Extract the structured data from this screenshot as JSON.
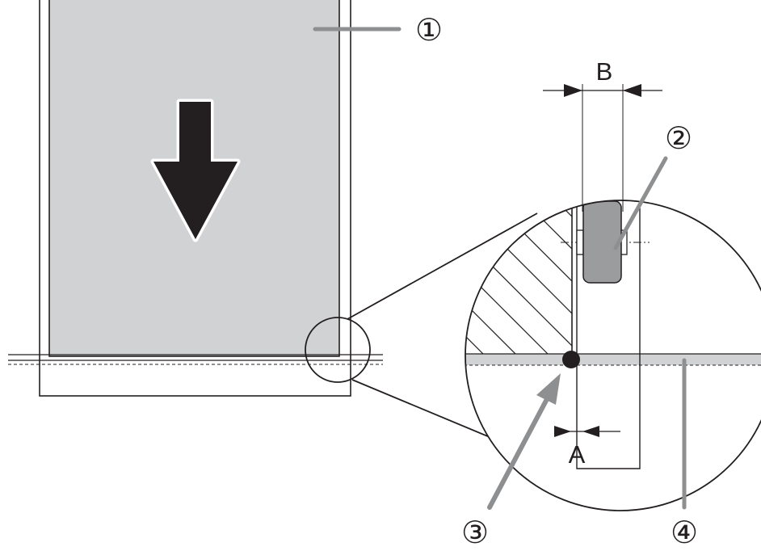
{
  "callouts": {
    "c1": "①",
    "c2": "②",
    "c3": "③",
    "c4": "④"
  },
  "dimensions": {
    "a": "A",
    "b": "B"
  },
  "colors": {
    "ink": "#231f20",
    "sheet_fill": "#d1d2d4",
    "leader_gray": "#8d8f91",
    "cutter_fill": "#9a9c9e"
  }
}
